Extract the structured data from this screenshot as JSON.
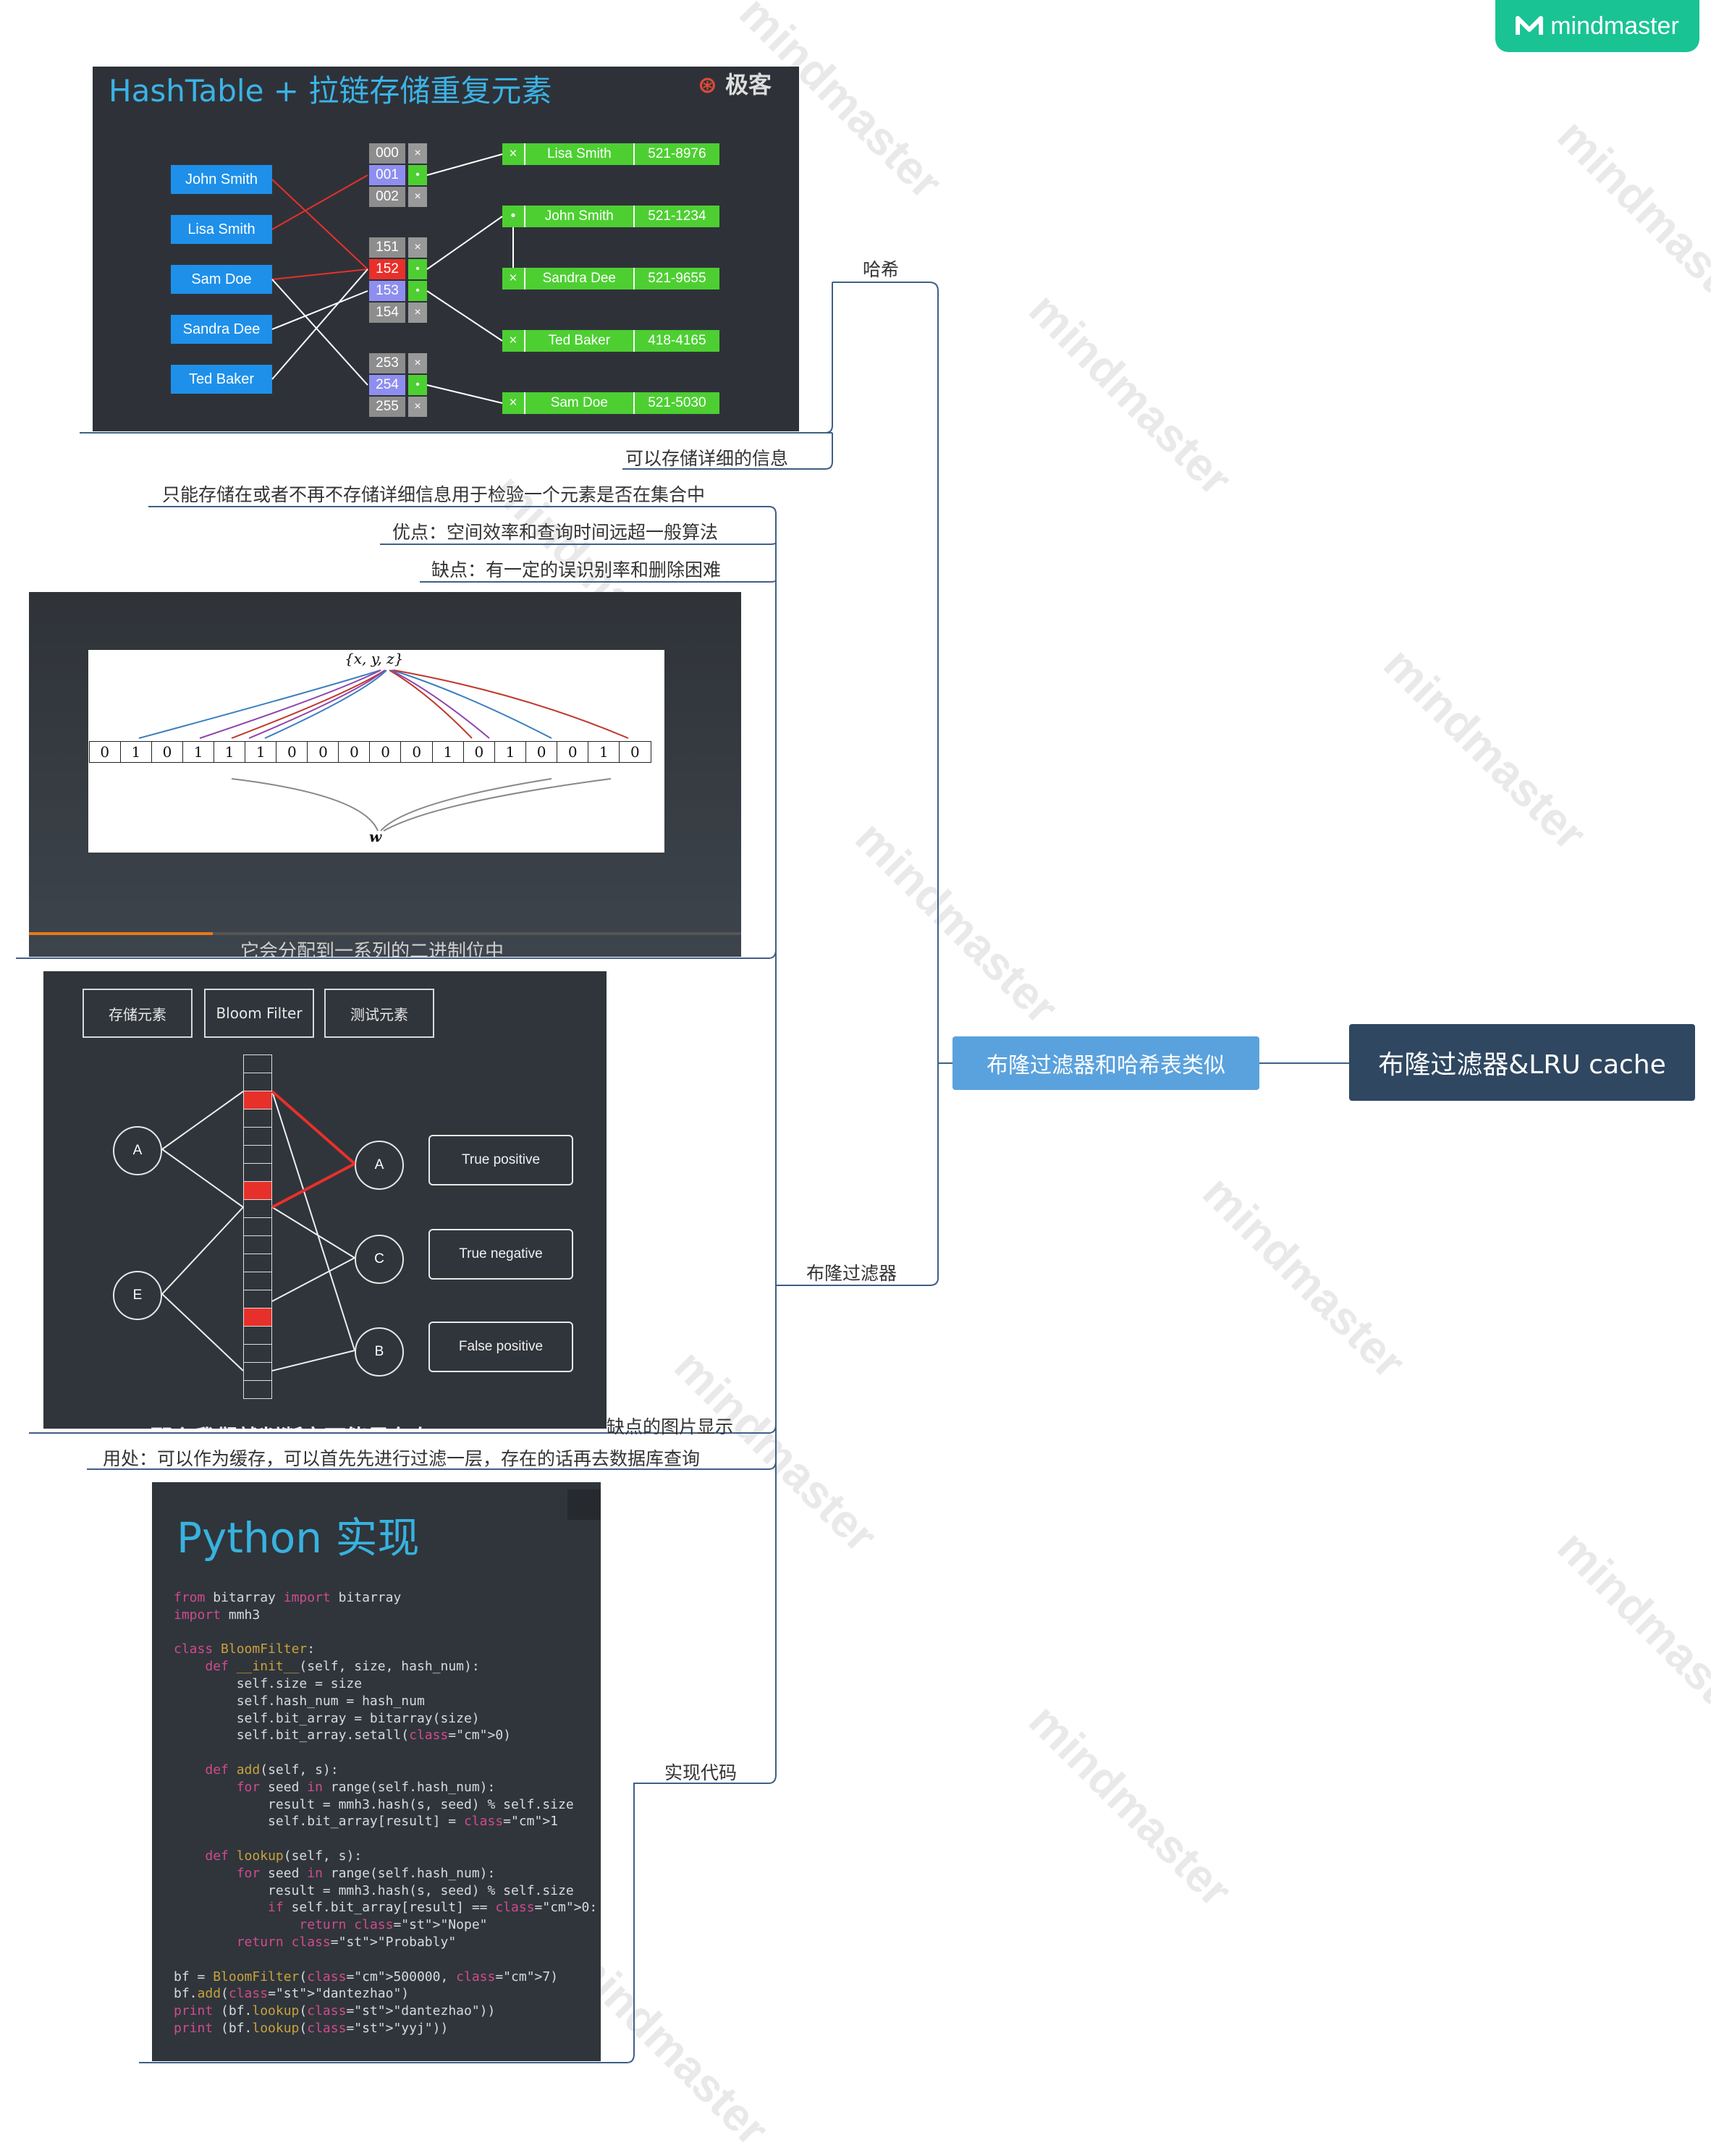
{
  "logo": {
    "text": "mindmaster"
  },
  "watermark": "mindmaster",
  "root": {
    "label": "布隆过滤器&LRU cache"
  },
  "main": {
    "label": "布隆过滤器和哈希表类似"
  },
  "branches": {
    "hash": "哈希",
    "hash_note": "可以存储详细的信息",
    "bloom": "布隆过滤器",
    "bloom_items": [
      "只能存储在或者不再不存储详细信息用于检验一个元素是否在集合中",
      "优点：空间效率和查询时间远超一般算法",
      "缺点：有一定的误识别率和删除困难",
      "缺点的图片显示",
      "用处：可以作为缓存，可以首先先进行过滤一层，存在的话再去数据库查询",
      "实现代码"
    ]
  },
  "hashtable_img": {
    "title": "HashTable + 拉链存储重复元素",
    "brand": "极客",
    "names": [
      "John Smith",
      "Lisa Smith",
      "Sam Doe",
      "Sandra Dee",
      "Ted Baker"
    ],
    "slots": [
      "000",
      "001",
      "002",
      "151",
      "152",
      "153",
      "154",
      "253",
      "254",
      "255"
    ],
    "entries": [
      {
        "name": "Lisa Smith",
        "phone": "521-8976"
      },
      {
        "name": "John Smith",
        "phone": "521-1234"
      },
      {
        "name": "Sandra Dee",
        "phone": "521-9655"
      },
      {
        "name": "Ted Baker",
        "phone": "418-4165"
      },
      {
        "name": "Sam Doe",
        "phone": "521-5030"
      }
    ]
  },
  "bits_img": {
    "set_label": "{x, y, z}",
    "w_label": "w",
    "bits": [
      "0",
      "1",
      "0",
      "1",
      "1",
      "1",
      "0",
      "0",
      "0",
      "0",
      "0",
      "1",
      "0",
      "1",
      "0",
      "0",
      "1",
      "0"
    ],
    "subtitle": "它会分配到一系列的二进制位中"
  },
  "bloom_img": {
    "tags": [
      "存储元素",
      "Bloom Filter",
      "测试元素"
    ],
    "left_nodes": [
      "A",
      "E"
    ],
    "right_nodes": [
      "A",
      "C",
      "B"
    ],
    "results": [
      "True positive",
      "True negative",
      "False positive"
    ],
    "caption": "那么我们就判断它可能是存在"
  },
  "python_img": {
    "title": "Python 实现",
    "code": [
      {
        "t": "from bitarray import bitarray"
      },
      {
        "t": "import mmh3"
      },
      {
        "t": ""
      },
      {
        "t": "class BloomFilter:"
      },
      {
        "t": "    def __init__(self, size, hash_num):"
      },
      {
        "t": "        self.size = size"
      },
      {
        "t": "        self.hash_num = hash_num"
      },
      {
        "t": "        self.bit_array = bitarray(size)"
      },
      {
        "t": "        self.bit_array.setall(0)"
      },
      {
        "t": ""
      },
      {
        "t": "    def add(self, s):"
      },
      {
        "t": "        for seed in range(self.hash_num):"
      },
      {
        "t": "            result = mmh3.hash(s, seed) % self.size"
      },
      {
        "t": "            self.bit_array[result] = 1"
      },
      {
        "t": ""
      },
      {
        "t": "    def lookup(self, s):"
      },
      {
        "t": "        for seed in range(self.hash_num):"
      },
      {
        "t": "            result = mmh3.hash(s, seed) % self.size"
      },
      {
        "t": "            if self.bit_array[result] == 0:"
      },
      {
        "t": "                return \"Nope\""
      },
      {
        "t": "        return \"Probably\""
      },
      {
        "t": ""
      },
      {
        "t": "bf = BloomFilter(500000, 7)"
      },
      {
        "t": "bf.add(\"dantezhao\")"
      },
      {
        "t": "print (bf.lookup(\"dantezhao\"))"
      },
      {
        "t": "print (bf.lookup(\"yyj\"))"
      }
    ]
  },
  "colors": {
    "root": "#2f4760",
    "main": "#5aa2dd",
    "logo": "#19c394",
    "connector": "#3f5f86"
  }
}
